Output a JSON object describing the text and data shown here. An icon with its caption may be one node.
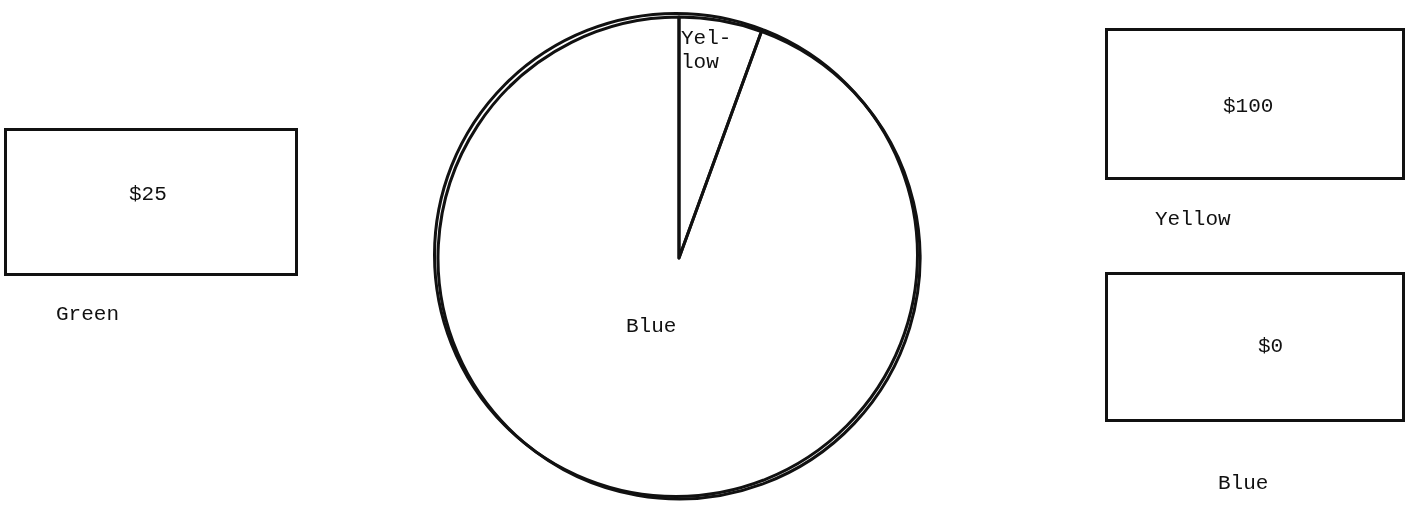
{
  "diagram": {
    "nodes": [
      {
        "text": [
          "$25"
        ],
        "beside": [
          "Green"
        ]
      },
      {
        "text": [],
        "shape": "circle"
      },
      {
        "text": [
          "Yel- low"
        ],
        "in": 1
      },
      {
        "text": [
          "Blue"
        ],
        "in": 1
      },
      {
        "text": [
          "$100"
        ],
        "beside": [
          "Yellow"
        ]
      },
      {
        "text": [
          "$0"
        ],
        "beside": [
          "Blue"
        ]
      }
    ],
    "edges": []
  }
}
